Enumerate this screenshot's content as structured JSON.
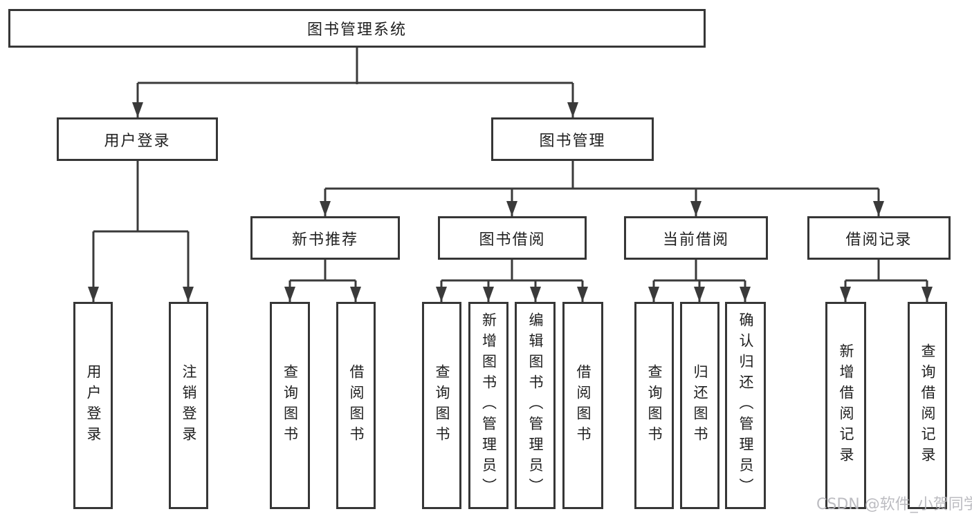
{
  "nodes": {
    "root": "图书管理系统",
    "user_login": "用户登录",
    "book_mgmt": "图书管理",
    "new_book_rec": "新书推荐",
    "book_borrow": "图书借阅",
    "current_borrow": "当前借阅",
    "borrow_record": "借阅记录",
    "ul_user_login": "用户登录",
    "ul_logout": "注销登录",
    "nr_query_book": "查询图书",
    "nr_borrow_book": "借阅图书",
    "bb_query_book": "查询图书",
    "bb_add_book": "新增图书（管理员）",
    "bb_edit_book": "编辑图书（管理员）",
    "bb_borrow_book": "借阅图书",
    "cb_query_book": "查询图书",
    "cb_return_book": "归还图书",
    "cb_confirm_return": "确认归还（管理员）",
    "br_add_record": "新增借阅记录",
    "br_query_record": "查询借阅记录"
  },
  "watermark": "CSDN @软件_小贺同学",
  "colors": {
    "line": "#3a3a3a",
    "box_border": "#363636",
    "text": "#1f1f1f",
    "watermark": "#b6b6bc",
    "background": "#ffffff"
  }
}
